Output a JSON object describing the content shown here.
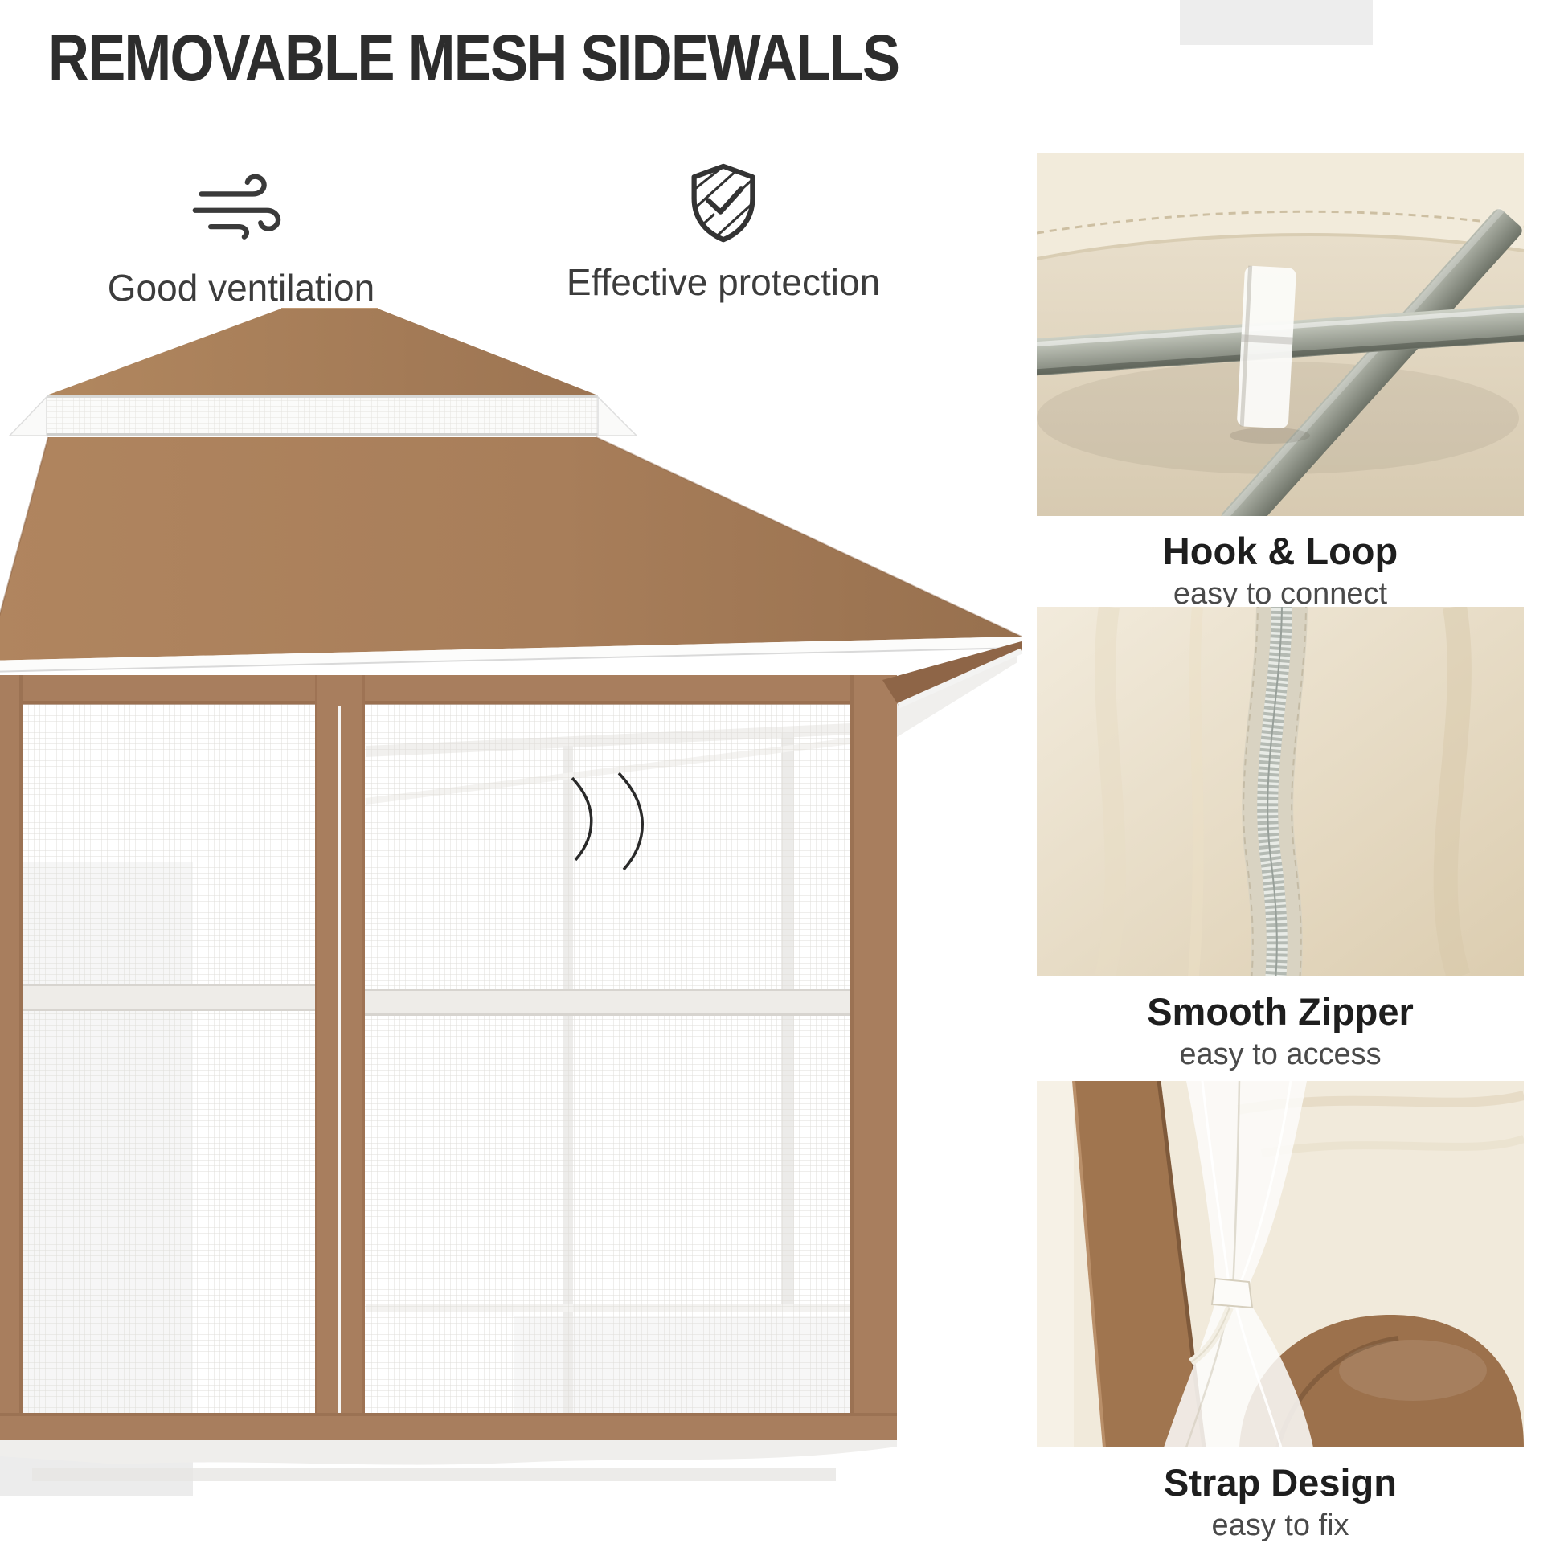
{
  "page": {
    "title": "REMOVABLE MESH SIDEWALLS"
  },
  "features": [
    {
      "icon": "wind-icon",
      "label": "Good ventilation"
    },
    {
      "icon": "shield-check-icon",
      "label": "Effective protection"
    }
  ],
  "callouts": [
    {
      "id": "hook-loop",
      "title": "Hook & Loop",
      "subtitle": "easy to connect",
      "image": "hook-loop-photo"
    },
    {
      "id": "smooth-zipper",
      "title": "Smooth Zipper",
      "subtitle": "easy to access",
      "image": "zipper-photo"
    },
    {
      "id": "strap-design",
      "title": "Strap Design",
      "subtitle": "easy to fix",
      "image": "strap-photo"
    }
  ],
  "illustration": {
    "name": "gazebo-with-mesh-sidewalls",
    "colors": {
      "canopy_brown": "#a87e5e",
      "canopy_dark_brown": "#8e6547",
      "mesh_light": "#f4f3f1",
      "trim_white": "#fcfcfb"
    }
  },
  "colors": {
    "background": "#ffffff",
    "title_text": "#2d2d2d",
    "feature_label_text": "#3c3c3c",
    "callout_title_text": "#1e1e1e",
    "callout_subtitle_text": "#4a4a4a",
    "decor_block": "#ededed"
  }
}
